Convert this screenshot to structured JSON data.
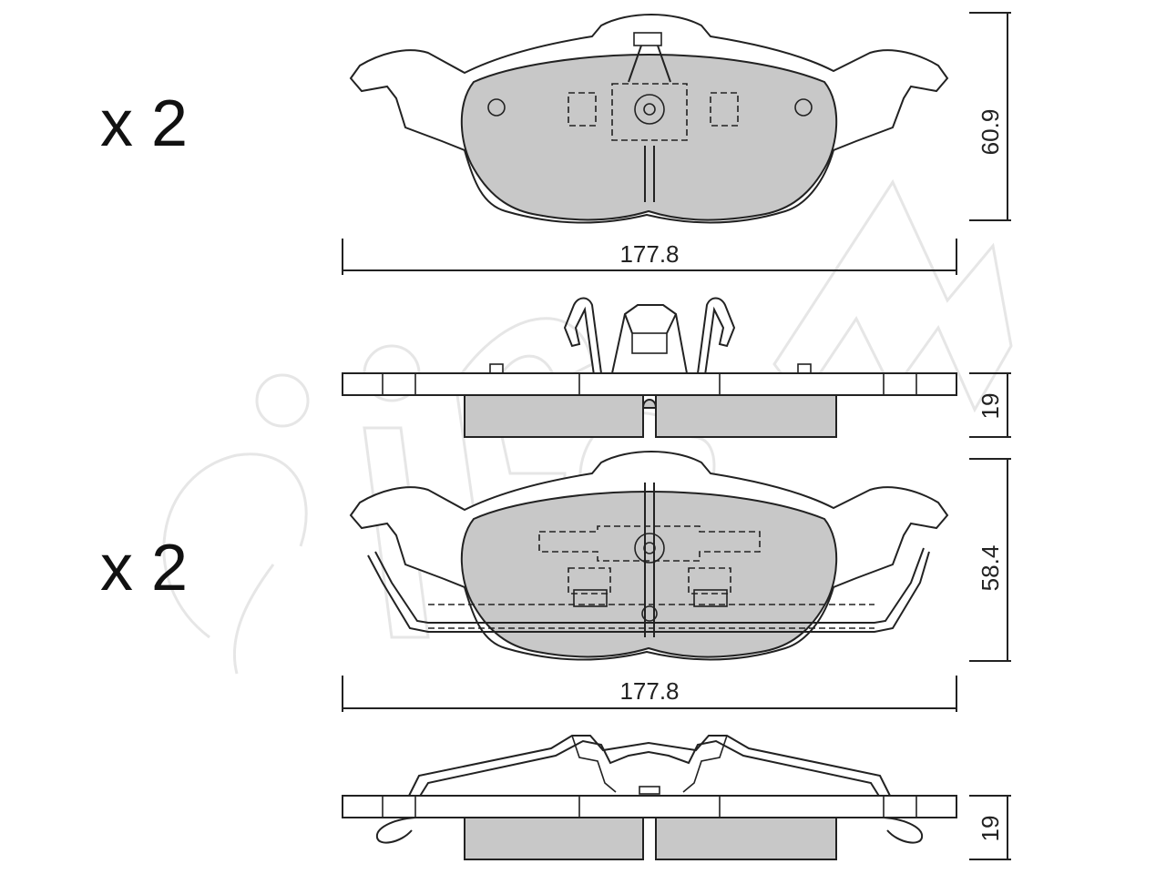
{
  "view1": {
    "quantity_label": "x 2",
    "width_dim": "177.8",
    "height_dim": "60.9"
  },
  "view2": {
    "thickness_dim": "19"
  },
  "view3": {
    "quantity_label": "x 2",
    "width_dim": "177.8",
    "height_dim": "58.4"
  },
  "view4": {
    "thickness_dim": "19"
  },
  "watermark": {
    "brand": "cifam"
  },
  "colors": {
    "friction_fill": "#c8c8c8",
    "line": "#222222",
    "watermark": "#e6e6e6"
  }
}
